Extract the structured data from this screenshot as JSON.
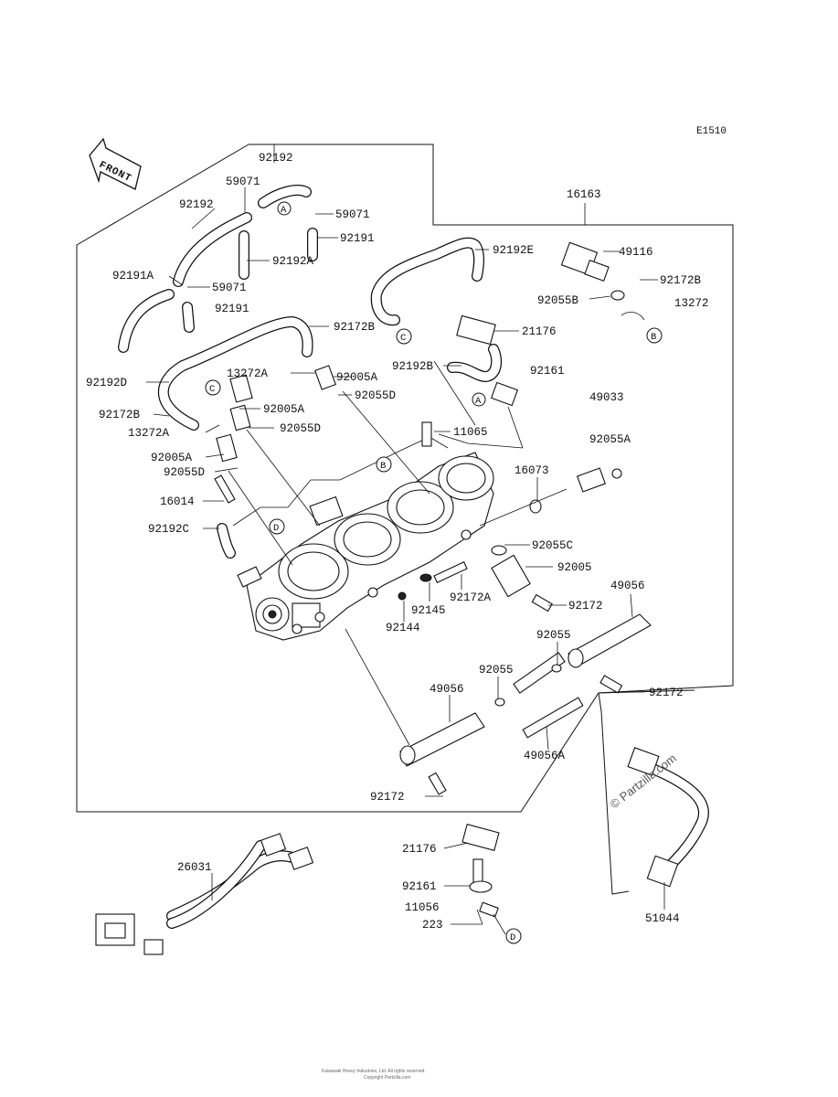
{
  "diagram_code": "E1510",
  "front_label": "FRONT",
  "watermark": "© Partzilla.com",
  "footer_line1": "Kawasaki Heavy Industries, Ltd. All rights reserved.",
  "footer_line2": "Copyright Partzilla.com",
  "part_labels": [
    "92192",
    "59071",
    "92192",
    "59071",
    "92191",
    "92192A",
    "92191A",
    "59071",
    "92191",
    "92172B",
    "92192D",
    "13272A",
    "92005A",
    "92055D",
    "92005A",
    "92055D",
    "92172B",
    "13272A",
    "92005A",
    "92055D",
    "16014",
    "92192C",
    "16163",
    "92192E",
    "49116",
    "92172B",
    "92055B",
    "13272",
    "21176",
    "92192B",
    "92161",
    "49033",
    "11065",
    "92055A",
    "16073",
    "92055C",
    "92005",
    "92172A",
    "92145",
    "92144",
    "92172",
    "49056",
    "92055",
    "92055",
    "49056",
    "92172",
    "49056A",
    "92172",
    "21176",
    "92161",
    "11056",
    "223",
    "26031",
    "51044"
  ],
  "reference_markers": [
    "A",
    "A",
    "B",
    "B",
    "C",
    "C",
    "D",
    "D"
  ]
}
